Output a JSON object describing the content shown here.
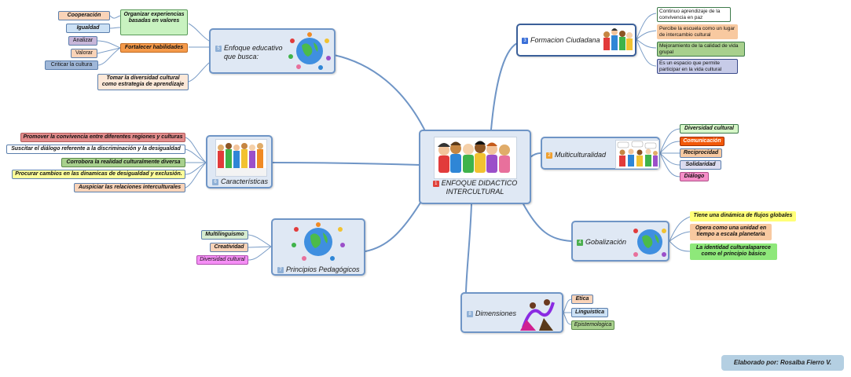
{
  "center": {
    "number": "1",
    "title_line1": "ENFOQUE DIDACTICO",
    "title_line2": "INTERCULTURAL"
  },
  "branches": {
    "enfoque": {
      "number": "5",
      "title_line1": "Enfoque educativo",
      "title_line2": "que busca:",
      "items": {
        "organizar": "Organizar experiencias basadas en valores",
        "cooperacion": "Cooperación",
        "igualdad": "Igualdad",
        "fortalecer": "Fortalecer habilidades",
        "analizar": "Analizar",
        "valorar": "Valorar",
        "criticar": "Criticar la cultura",
        "tomar": "Tomar la diversidad cultural como estrategia de aprendizaje"
      }
    },
    "caracteristicas": {
      "number": "6",
      "title": "Características",
      "items": [
        "Promover la convivencia entre diferentes regiones y culturas",
        "Suscitar el diálogo referente a  la discriminación y la desigualdad",
        "Corrobora la realidad culturalmente diversa",
        "Procurar cambios en las dinamicas de desigualdad y exclusión.",
        "Auspiciar  las relaciones interculturales"
      ]
    },
    "principios": {
      "number": "7",
      "title": "Principios Pedagógicos",
      "items": [
        "Multilinguismo",
        "Creatividad",
        "Diversidad cultural"
      ]
    },
    "dimensiones": {
      "number": "8",
      "title": "Dimensiones",
      "items": [
        "Etica",
        "Linguistica",
        "Epistemologica"
      ]
    },
    "formacion": {
      "number": "3",
      "title": "Formacion Ciudadana",
      "items": [
        "Continuo aprendizaje de la convivencia en paz",
        "Percibe la escuela como un lugar de intercambio cultural",
        "Mejoramiento de la calidad de vida grupal",
        "Es un espacio que permite participar en la vida cultural"
      ]
    },
    "multiculturalidad": {
      "number": "2",
      "title": "Multiculturalidad",
      "items": [
        "Diversidad cultural",
        "Comunicación",
        "Reciprocidad",
        "Solidaridad",
        "Diálogo"
      ]
    },
    "globalizacion": {
      "number": "4",
      "title": "Gobalización",
      "items": [
        "Tiene una dinámica de flujos globales",
        "Opera como una unidad en tiempo a escala planetaria",
        "La identidad culturalaparece como el principio básico"
      ]
    }
  },
  "credit": "Elaborado por:  Rosalba  Fierro V.",
  "colors": {
    "node_fill": "#dfe8f4",
    "node_border": "#6f95c6",
    "line": "#6f95c6",
    "num_center": "#e0413a",
    "num_2": "#f0a030",
    "num_3": "#3a6fd8",
    "num_4": "#4caf50",
    "num_5": "#8fb0d6",
    "num_6": "#8fb0d6",
    "num_7": "#8fb0d6",
    "num_8": "#8fb0d6"
  }
}
